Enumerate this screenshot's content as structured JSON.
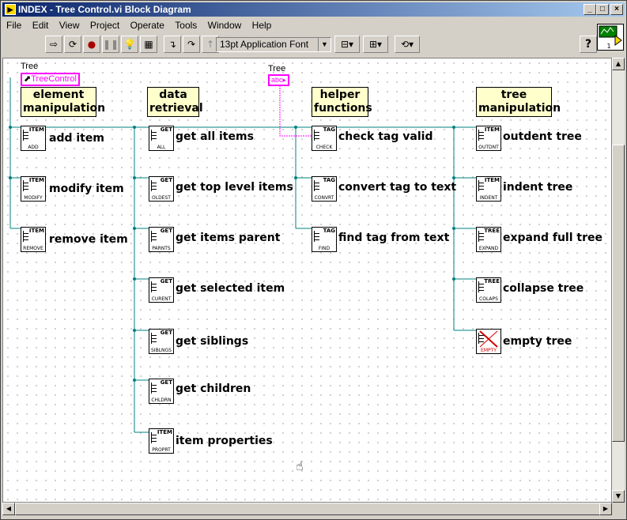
{
  "window": {
    "title": "INDEX - Tree Control.vi Block Diagram",
    "minimize": "_",
    "maximize": "□",
    "close": "×"
  },
  "menu": {
    "items": [
      "File",
      "Edit",
      "View",
      "Project",
      "Operate",
      "Tools",
      "Window",
      "Help"
    ]
  },
  "toolbar": {
    "font": "13pt Application Font",
    "help": "?"
  },
  "diagram": {
    "tree_label_left": "Tree",
    "tree_control": "TreeControl",
    "tree_label_mid": "Tree",
    "string_const": "abc",
    "sections": [
      {
        "title": "element\nmanipulation"
      },
      {
        "title": "data\nretrieval"
      },
      {
        "title": "helper\nfunctions"
      },
      {
        "title": "tree\nmanipulation"
      }
    ],
    "col1": [
      {
        "hd": "ITEM",
        "ft": "ADD",
        "label": "add item"
      },
      {
        "hd": "ITEM",
        "ft": "MODIFY",
        "label": "modify item"
      },
      {
        "hd": "ITEM",
        "ft": "REMOVE",
        "label": "remove item"
      }
    ],
    "col2": [
      {
        "hd": "GET",
        "ft": "ALL",
        "label": "get all items"
      },
      {
        "hd": "GET",
        "ft": "OLDEST",
        "label": "get top level items"
      },
      {
        "hd": "GET",
        "ft": "PARNTS",
        "label": "get items parent"
      },
      {
        "hd": "GET",
        "ft": "CURENT",
        "label": "get selected item"
      },
      {
        "hd": "GET",
        "ft": "SIBLNGS",
        "label": "get siblings"
      },
      {
        "hd": "GET",
        "ft": "CHLDRN",
        "label": "get children"
      },
      {
        "hd": "ITEM",
        "ft": "PROPRT",
        "label": "item properties"
      }
    ],
    "col3": [
      {
        "hd": "TAG",
        "ft": "CHECK",
        "label": "check tag valid"
      },
      {
        "hd": "TAG",
        "ft": "CONVRT",
        "label": "convert tag to text"
      },
      {
        "hd": "TAG",
        "ft": "FIND",
        "label": "find tag from text"
      }
    ],
    "col4": [
      {
        "hd": "ITEM",
        "ft": "OUTDNT",
        "label": "outdent tree"
      },
      {
        "hd": "ITEM",
        "ft": "INDENT",
        "label": "indent tree"
      },
      {
        "hd": "TREE",
        "ft": "EXPAND",
        "label": "expand full tree"
      },
      {
        "hd": "TREE",
        "ft": "COLAPS",
        "label": "collapse tree"
      },
      {
        "hd": "",
        "ft": "EMPTY",
        "label": "empty tree"
      }
    ]
  },
  "colors": {
    "wire": "#008080",
    "string_wire": "#ff00ff",
    "note_bg": "#ffffcc"
  }
}
